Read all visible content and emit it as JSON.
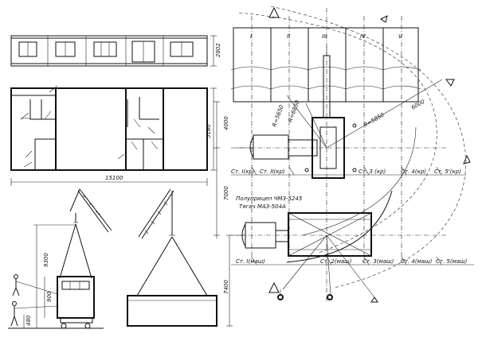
{
  "dimensions": {
    "plan_width": "15100",
    "plan_depth": "5180",
    "wall_height": "2802",
    "lift_height": "9300",
    "low_900": "900",
    "low_480": "480",
    "crane_side_4000": "4000",
    "crane_side_7000": "7000",
    "sling_height": "7400",
    "radius_6000": "6000",
    "radius_5850": "R=5850",
    "radius_5650": "R=5650",
    "radius_6850": "R=6850"
  },
  "bays": [
    "I",
    "II",
    "III",
    "IV",
    "V"
  ],
  "vehicle_label": {
    "line1": "Полуприцеп ЧМЗ-5245",
    "line2": "Тягач МАЗ-504А"
  },
  "upper_stations": [
    "Ст. I(кр)",
    "Ст. II(кр)",
    "Ст. 3 (кр)",
    "Ст. 4(кр)",
    "Ст. 5'(кр)"
  ],
  "lower_stations": [
    "Ст. I(маш)",
    "Ст. 2(маш)",
    "Ст. 3(маш)",
    "Ст. 4(маш)",
    "Ст. 5(маш)"
  ]
}
